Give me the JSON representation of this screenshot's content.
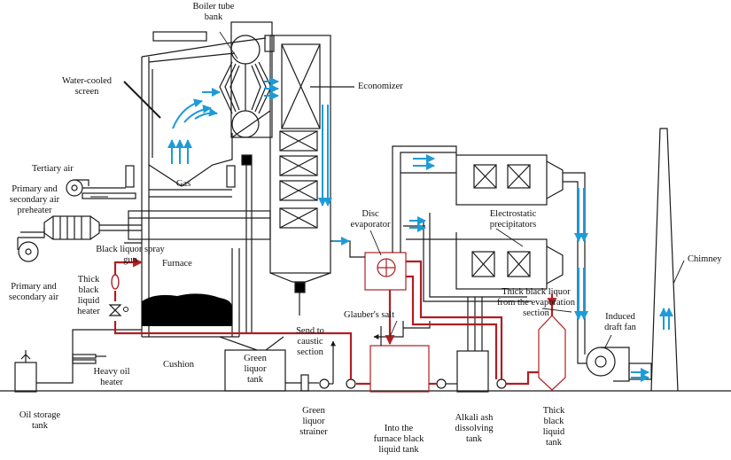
{
  "labels": {
    "boiler_tube_bank": "Boiler tube\nbank",
    "water_cooled_screen": "Water-cooled\nscreen",
    "economizer": "Economizer",
    "tertiary_air": "Tertiary air",
    "gas": "Gas",
    "primary_secondary_air_preheater": "Primary and\nsecondary air\npreheater",
    "black_liquor_spray_gun": "Black liquor spray\ngun",
    "furnace": "Furnace",
    "primary_secondary_air": "Primary and\nsecondary air",
    "thick_black_liquid_heater": "Thick\nblack\nliquid\nheater",
    "cushion": "Cushion",
    "green_liquor_tank": "Green\nliquor\ntank",
    "send_to_caustic_section": "Send to\ncaustic\nsection",
    "green_liquor_strainer": "Green\nliquor\nstrainer",
    "oil_storage_tank": "Oil storage\ntank",
    "heavy_oil_heater": "Heavy oil\nheater",
    "disc_evaporator": "Disc\nevaporator",
    "glaubers_salt": "Glauber's salt",
    "into_furnace_black_liquid_tank": "Into the\nfurnace black\nliquid tank",
    "alkali_ash_dissolving_tank": "Alkali ash\ndissolving\ntank",
    "electrostatic_precipitators": "Electrostatic\nprecipitators",
    "thick_black_liquor_from_evaporation": "Thick black liquor\nfrom the evaporation\nsection",
    "induced_draft_fan": "Induced\ndraft fan",
    "thick_black_liquid_tank": "Thick\nblack\nliquid\ntank",
    "chimney": "Chimney"
  },
  "colors": {
    "line": "#1a1a1a",
    "gas_flow": "#1e9bd7",
    "liquor_flow": "#b01e23",
    "smelt": "#000000"
  }
}
